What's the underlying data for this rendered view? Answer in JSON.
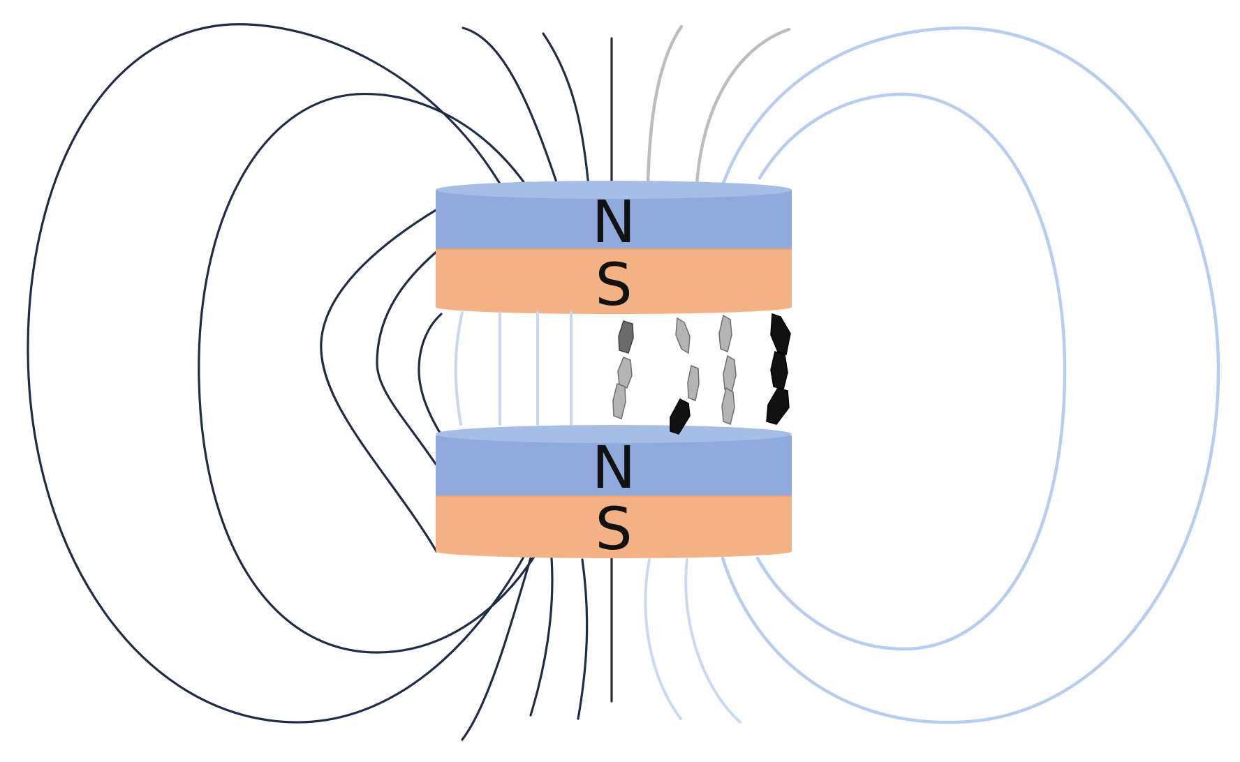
{
  "magnets": [
    {
      "north_label": "N",
      "south_label": "S"
    },
    {
      "north_label": "N",
      "south_label": "S"
    }
  ],
  "colors": {
    "north_pole": "#8faadc",
    "north_pole_top": "#a6bde6",
    "south_pole": "#f4b183",
    "field_line_dark": "#1f2c47",
    "field_line_light": "#b6cdf2",
    "particle_black": "#111111",
    "particle_grey": "#b4b4b4",
    "particle_dark_grey": "#6b6b6b"
  },
  "particle_columns": [
    {
      "tones": [
        "dark_grey",
        "grey",
        "grey"
      ]
    },
    {
      "tones": [
        "grey",
        "grey",
        "black"
      ]
    },
    {
      "tones": [
        "grey",
        "grey",
        "grey"
      ]
    },
    {
      "tones": [
        "black",
        "black",
        "black"
      ]
    }
  ]
}
